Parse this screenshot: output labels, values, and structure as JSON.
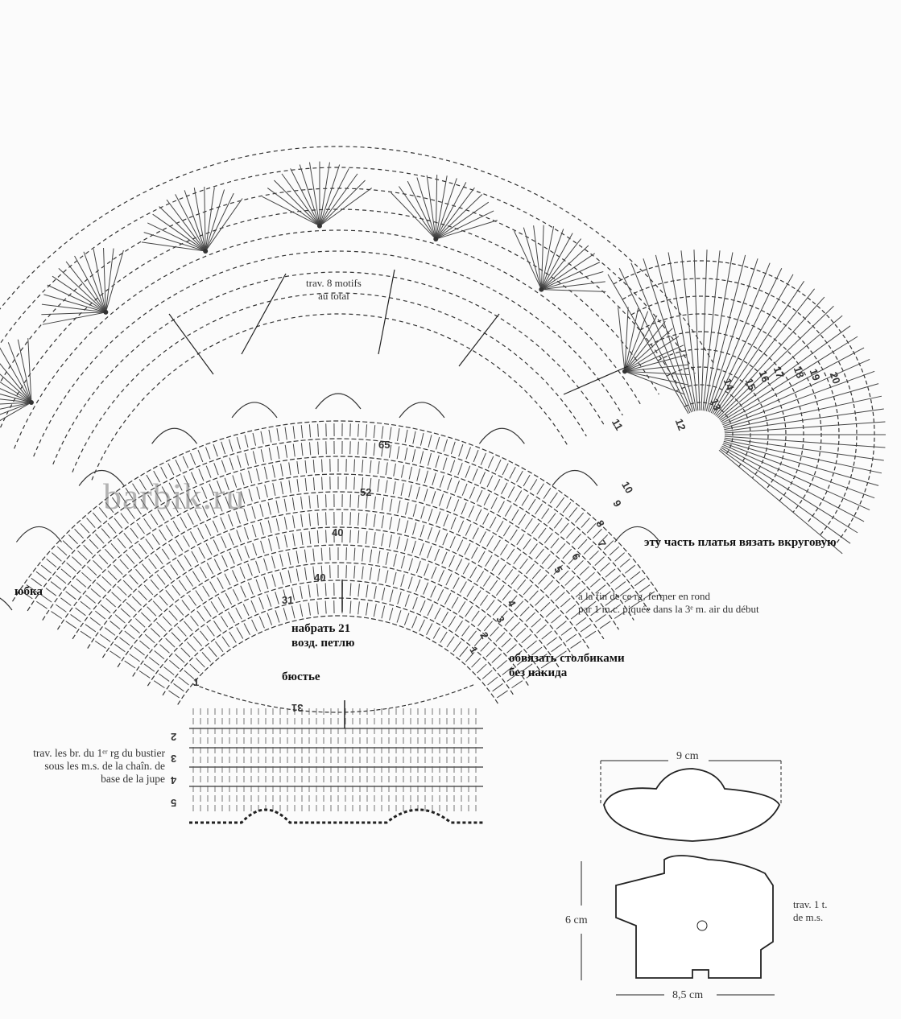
{
  "watermark": "barbik.ru",
  "labels": {
    "motifs": [
      "trav. 8 motifs",
      "au total"
    ],
    "skirt": "юбка",
    "chain": [
      "набрать 21",
      "возд. петлю"
    ],
    "bustier": "бюстье",
    "sc_edge": [
      "обвязать столбиками",
      "без накида"
    ],
    "close_round": [
      "à la fin de ce rg, fermer en rond",
      "par 1 m.c. piquée dans la 3ᵉ m. air du début"
    ],
    "knit_round": "эту часть платья вязать вкруговую",
    "bustier_note": [
      "trav. les br. du 1ᵉʳ rg du bustier",
      "sous les m.s. de la chaîn. de",
      "base de la jupe"
    ]
  },
  "row_numbers": {
    "skirt": [
      "65",
      "52",
      "40",
      "40",
      "31"
    ],
    "right_side": [
      "11",
      "10",
      "9",
      "8",
      "7",
      "6",
      "5",
      "4",
      "3",
      "2",
      "1"
    ],
    "fan": [
      "12",
      "13",
      "14",
      "15",
      "16",
      "17",
      "18",
      "19",
      "20"
    ],
    "bodice": [
      "1",
      "2",
      "3",
      "4",
      "5",
      "31"
    ]
  },
  "hat": {
    "width": "9 cm"
  },
  "vest": {
    "height": "6 cm",
    "width": "8,5 cm",
    "note": [
      "trav. 1 t.",
      "de m.s."
    ]
  }
}
